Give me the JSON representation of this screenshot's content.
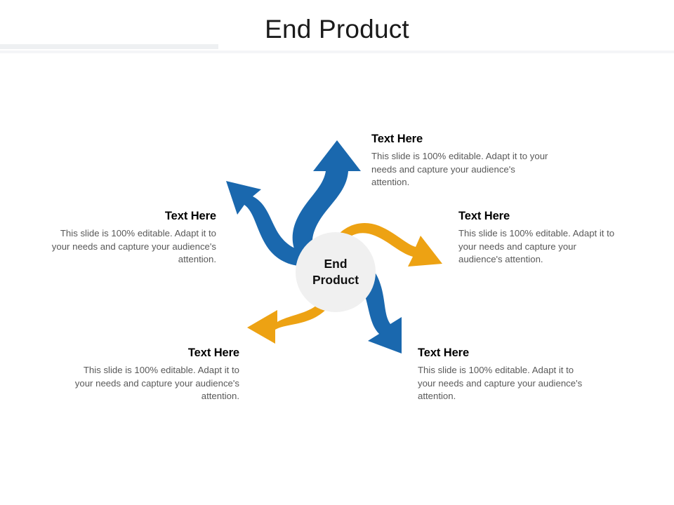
{
  "slide": {
    "title": "End Product",
    "background_color": "#ffffff",
    "rule_color": "#eef0f2"
  },
  "diagram": {
    "type": "radial-arrow-pinwheel",
    "center_label_line1": "End",
    "center_label_line2": "Product",
    "center_fill": "#f0f0f0",
    "colors": {
      "blue": "#1a68ae",
      "orange": "#eda213"
    },
    "arrows": [
      {
        "name": "arrow-up",
        "color": "#1a68ae",
        "direction": "up"
      },
      {
        "name": "arrow-upper-left",
        "color": "#1a68ae",
        "direction": "upper-left"
      },
      {
        "name": "arrow-right",
        "color": "#eda213",
        "direction": "right"
      },
      {
        "name": "arrow-lower-right",
        "color": "#1a68ae",
        "direction": "lower-right"
      },
      {
        "name": "arrow-lower-left",
        "color": "#eda213",
        "direction": "lower-left"
      }
    ]
  },
  "callouts": [
    {
      "id": "top-right",
      "title": "Text Here",
      "body": "This slide is 100% editable.  Adapt it to your needs and capture your audience's attention.",
      "align": "left"
    },
    {
      "id": "mid-right",
      "title": "Text Here",
      "body": "This slide is 100% editable.  Adapt it to your needs and capture your audience's attention.",
      "align": "left"
    },
    {
      "id": "mid-left",
      "title": "Text Here",
      "body": "This slide is 100% editable.  Adapt it to your needs and capture your audience's attention.",
      "align": "right"
    },
    {
      "id": "bottom-left",
      "title": "Text Here",
      "body": "This slide is 100% editable.  Adapt it to your needs and capture your audience's attention.",
      "align": "right"
    },
    {
      "id": "bottom-right",
      "title": "Text Here",
      "body": "This slide is 100% editable.  Adapt it to your needs and capture your audience's attention.",
      "align": "left"
    }
  ]
}
